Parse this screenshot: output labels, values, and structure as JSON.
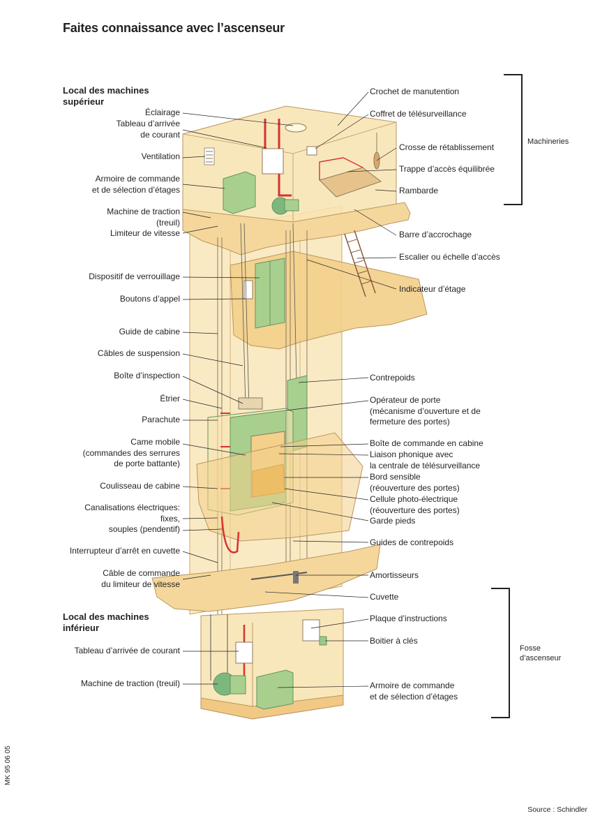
{
  "title": "Faites connaissance avec l’ascenseur",
  "sections": {
    "upper": "Local des machines\nsupérieur",
    "lower": "Local des machines\ninférieur"
  },
  "labels_left": [
    "Éclairage",
    "Tableau d’arrivée\nde courant",
    "Ventilation",
    "Armoire de commande\net de sélection d’étages",
    "Machine de traction\n(treuil)",
    "Limiteur de vitesse",
    "Dispositif de verrouillage",
    "Boutons d’appel",
    "Guide de cabine",
    "Câbles de suspension",
    "Boîte d’inspection",
    "Étrier",
    "Parachute",
    "Came mobile\n(commandes des serrures\nde porte battante)",
    "Coulisseau de cabine",
    "Canalisations électriques:\nfixes,\nsouples (pendentif)",
    "Interrupteur d’arrêt en cuvette",
    "Câble de commande\ndu limiteur de vitesse",
    "Tableau d’arrivée de courant",
    "Machine de traction (treuil)"
  ],
  "labels_right": [
    "Crochet de manutention",
    "Coffret de télésurveillance",
    "Crosse de rétablissement",
    "Trappe d’accès équilibrée",
    "Rambarde",
    "Barre d’accrochage",
    "Escalier ou échelle d’accès",
    "Indicateur d’étage",
    "Contrepoids",
    "Opérateur de porte\n(mécanisme d’ouverture et de\nfermeture des portes)",
    "Boîte de commande en cabine",
    "Liaison phonique avec\nla centrale de télésurveillance",
    "Bord sensible\n(réouverture des portes)",
    "Cellule photo-électrique\n(réouverture des portes)",
    "Garde pieds",
    "Guides de contrepoids",
    "Amortisseurs",
    "Cuvette",
    "Plaque d’instructions",
    "Boitier à clés",
    "Armoire de commande\net de sélection d’étages"
  ],
  "groups": {
    "machineries": "Machineries",
    "fosse": "Fosse\nd’ascenseur"
  },
  "code": "MK 95 06 05",
  "source": "Source : Schindler",
  "colors": {
    "shaft": "#f8e3b0",
    "shaft_edge": "#c9a56a",
    "slab": "#f5d79c",
    "green": "#a9cf8f",
    "green_dark": "#5f9460",
    "red": "#d7322f",
    "floor": "#e8a83a",
    "line": "#231f20"
  }
}
